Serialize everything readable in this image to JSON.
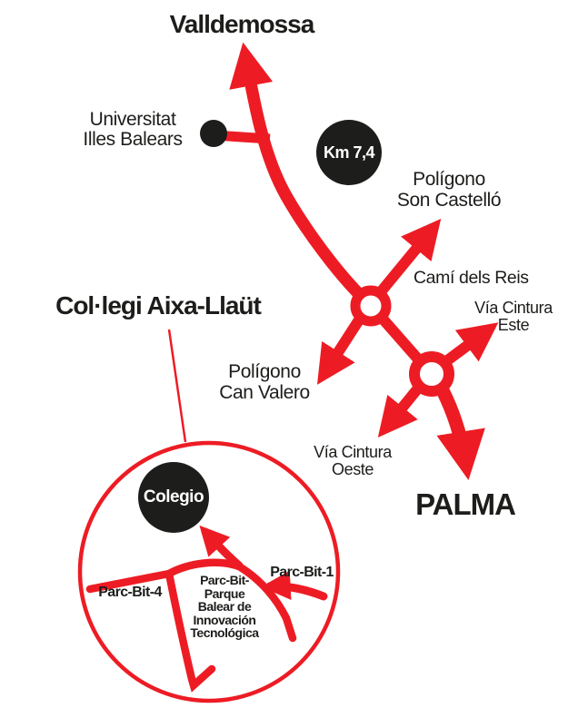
{
  "colors": {
    "accent_red": "#ed1c24",
    "ink_black": "#1d1d1b",
    "white": "#ffffff"
  },
  "map": {
    "labels": {
      "valldemossa": "Valldemossa",
      "universitat_line1": "Universitat",
      "universitat_line2": "Illes Balears",
      "km_marker": "Km 7,4",
      "son_castello_line1": "Polígono",
      "son_castello_line2": "Son Castelló",
      "cami_dels_reis": "Camí dels Reis",
      "via_cintura_este_line1": "Vía Cintura",
      "via_cintura_este_line2": "Este",
      "can_valero_line1": "Polígono",
      "can_valero_line2": "Can Valero",
      "via_cintura_oeste_line1": "Vía Cintura",
      "via_cintura_oeste_line2": "Oeste",
      "palma": "PALMA"
    },
    "school_title": "Col·legi Aixa-Llaüt",
    "inset": {
      "colegio": "Colegio",
      "parc_bit_4": "Parc-Bit-4",
      "parc_bit_1": "Parc-Bit-1",
      "park_name_line1": "Parc-Bit-",
      "park_name_line2": "Parque",
      "park_name_line3": "Balear de",
      "park_name_line4": "Innovación",
      "park_name_line5": "Tecnológica"
    }
  }
}
